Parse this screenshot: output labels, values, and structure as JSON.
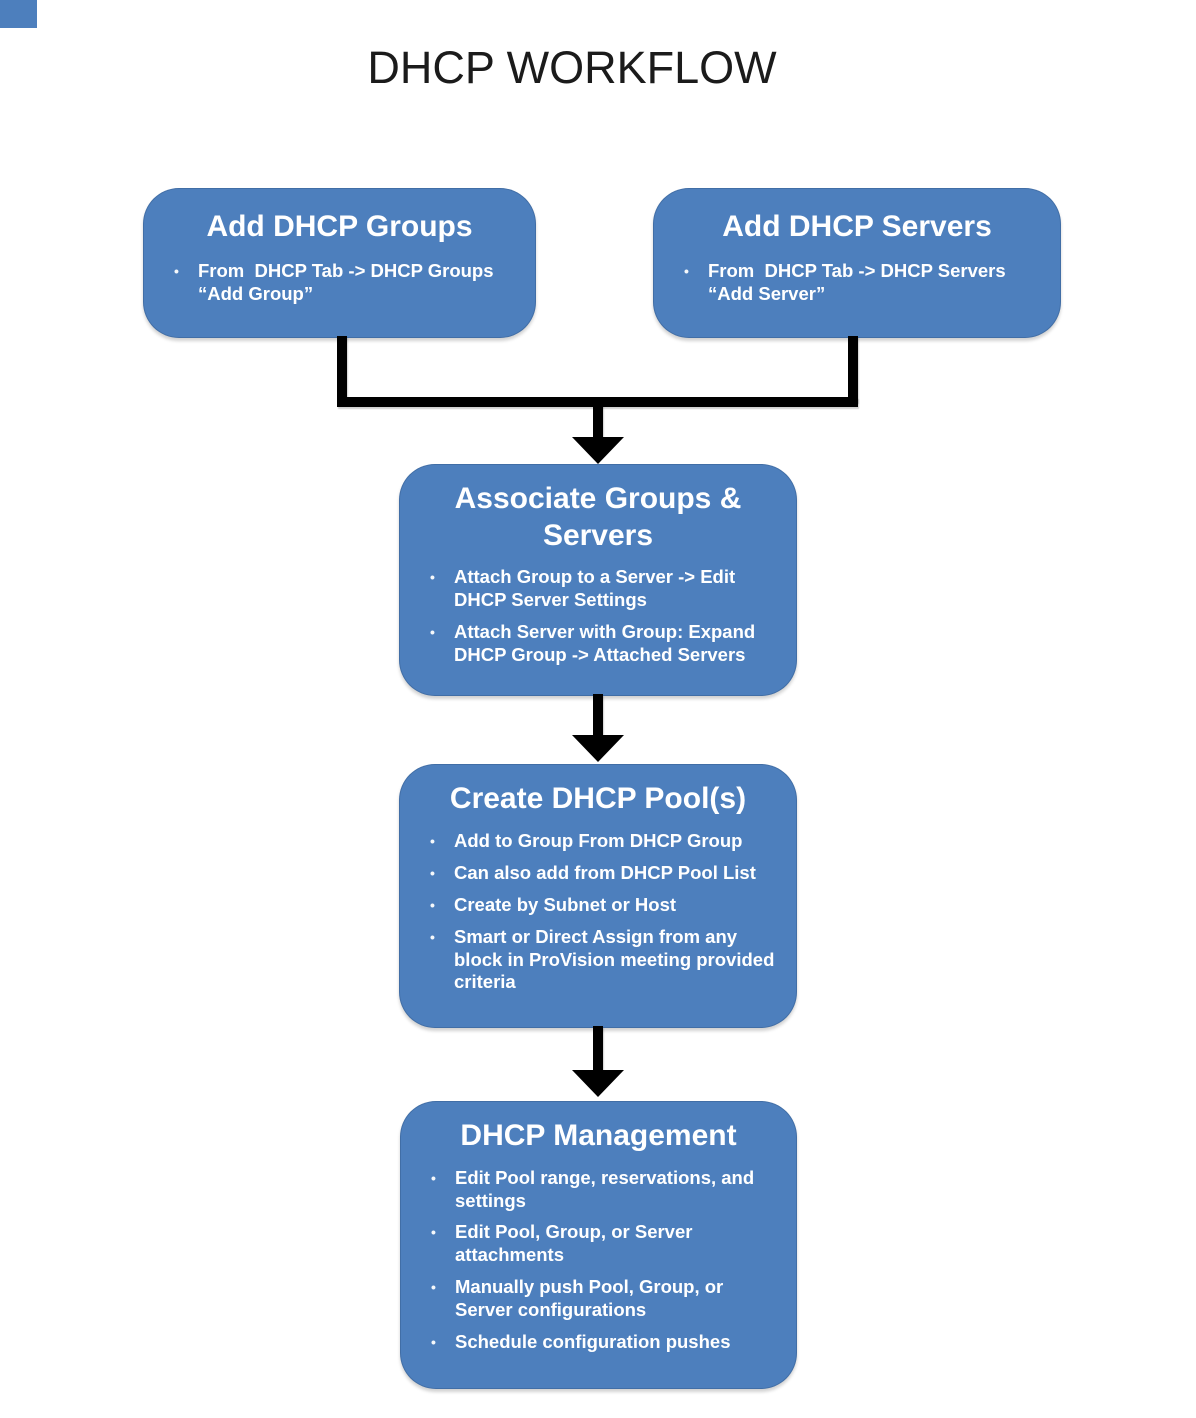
{
  "page": {
    "title": "DHCP WORKFLOW"
  },
  "bullet_char": "•",
  "colors": {
    "node_fill": "#4d7fbd",
    "node_text": "#ffffff",
    "connector": "#000000",
    "title_text": "#1b1b1b",
    "background": "#ffffff"
  },
  "nodes": {
    "add_groups": {
      "title": "Add DHCP Groups",
      "bullets": [
        "From  DHCP Tab -> DHCP Groups\n“Add Group”"
      ]
    },
    "add_servers": {
      "title": "Add DHCP Servers",
      "bullets": [
        "From  DHCP Tab -> DHCP Servers\n“Add Server”"
      ]
    },
    "associate": {
      "title": "Associate Groups & Servers",
      "bullets": [
        "Attach Group to a Server -> Edit\nDHCP Server Settings",
        "Attach Server with Group: Expand\nDHCP Group -> Attached Servers"
      ]
    },
    "create_pools": {
      "title": "Create DHCP Pool(s)",
      "bullets": [
        "Add to Group From DHCP Group",
        "Can also add from DHCP Pool List",
        "Create by Subnet or Host",
        "Smart or Direct Assign from any\nblock in ProVision meeting provided\ncriteria"
      ]
    },
    "management": {
      "title": "DHCP Management",
      "bullets": [
        "Edit Pool range, reservations, and\nsettings",
        "Edit Pool, Group, or Server\nattachments",
        "Manually push Pool, Group, or\nServer configurations",
        "Schedule configuration pushes"
      ]
    }
  }
}
